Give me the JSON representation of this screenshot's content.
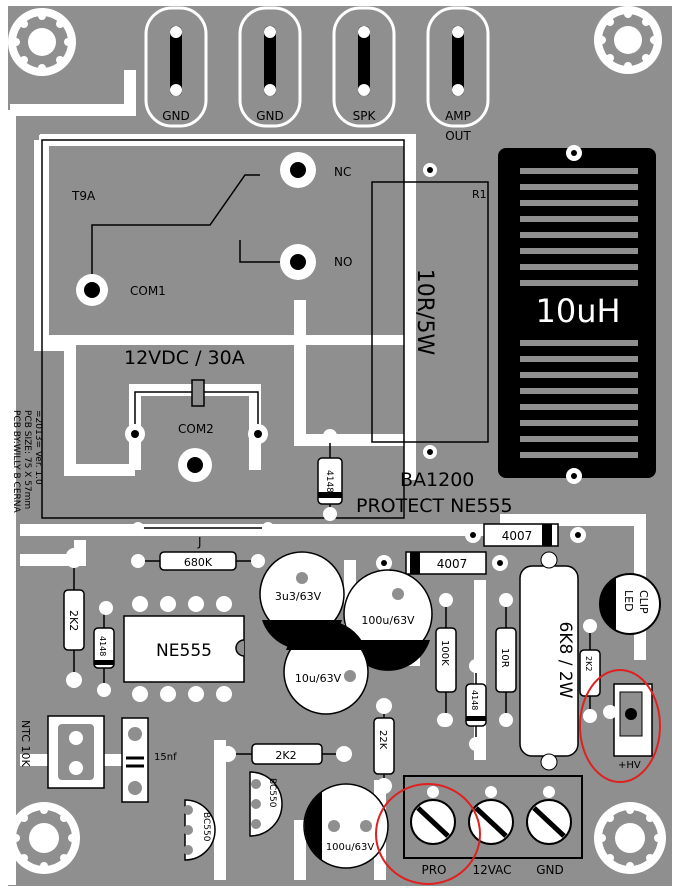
{
  "board": {
    "terminals": [
      "GND",
      "GND",
      "SPK",
      "AMP",
      "OUT"
    ],
    "relay": {
      "name": "T9A",
      "nc": "NC",
      "no": "NO",
      "com1": "COM1",
      "com2": "COM2",
      "rating": "12VDC / 30A"
    },
    "resistor_r1": {
      "ref": "R1",
      "value": "10R/5W"
    },
    "inductor": "10uH",
    "title_model": "BA1200",
    "title_circuit": "PROTECT NE555",
    "credits": [
      "PCB BY:WILLY B CERNA",
      "PCB SIZE: 75 X 57mm",
      "=2013= Ver. 1.0"
    ],
    "diodes": [
      "4007",
      "4007"
    ],
    "jumper": "J",
    "resistors": [
      "680K",
      "2K2",
      "100K",
      "10R",
      "6K8 / 2W",
      "2K2",
      "22K",
      "2K2"
    ],
    "small_diodes": [
      "4148",
      "4148",
      "4148"
    ],
    "capacitors": [
      "3u3/63V",
      "100u/63V",
      "10u/63V",
      "100u/63V",
      "15nf"
    ],
    "ic": "NE555",
    "led": [
      "LED",
      "CLIP"
    ],
    "ntc": "NTC 10K",
    "transistors": [
      "BC550",
      "BC550"
    ],
    "hv_label": "+HV",
    "bottom_terminals": [
      "PRO",
      "12VAC",
      "GND"
    ]
  },
  "colors": {
    "copper": "#8f8f8f",
    "pad": "#ffffff",
    "mark": "#000000",
    "highlight": "#e02020"
  }
}
